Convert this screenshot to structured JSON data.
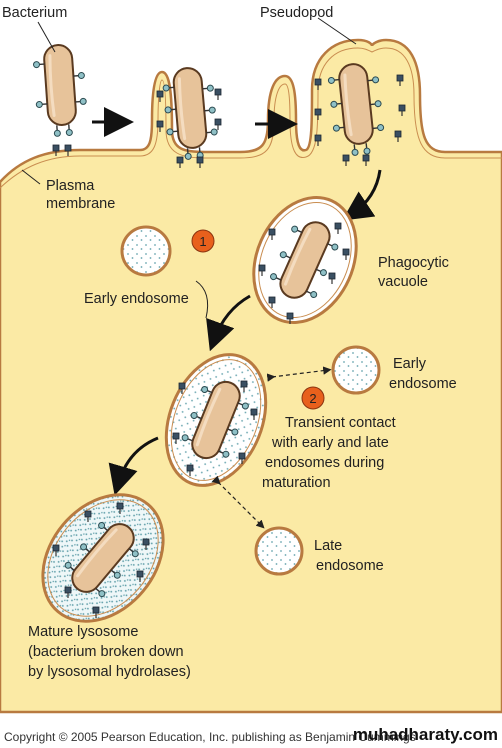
{
  "colors": {
    "cytoplasm": "#fbeaa5",
    "membrane": "#b87a40",
    "bacterium_fill": "#e7c39a",
    "bacterium_edge": "#5a3a20",
    "vesicle_fill": "#ffffff",
    "dots": "#6aa6b0",
    "step_marker": "#e8601c",
    "text": "#222222",
    "watermark": "#111111"
  },
  "labels": {
    "bacterium": "Bacterium",
    "pseudopod": "Pseudopod",
    "plasma_membrane_1": "Plasma",
    "plasma_membrane_2": "membrane",
    "early_endosome_1": "Early endosome",
    "phagocytic_vacuole_1": "Phagocytic",
    "phagocytic_vacuole_2": "vacuole",
    "early_endosome_2a": "Early",
    "early_endosome_2b": "endosome",
    "transient_1": "Transient contact",
    "transient_2": "with early and late",
    "transient_3": "endosomes during",
    "transient_4": "maturation",
    "late_endosome_1": "Late",
    "late_endosome_2": "endosome",
    "mature_1": "Mature lysosome",
    "mature_2": "(bacterium broken down",
    "mature_3": "by lysosomal hydrolases)"
  },
  "steps": {
    "one": "1",
    "two": "2"
  },
  "footer": {
    "copyright": "Copyright © 2005 Pearson Education, Inc. publishing as Benjamin Cummings",
    "watermark": "muhadharaty.com"
  }
}
